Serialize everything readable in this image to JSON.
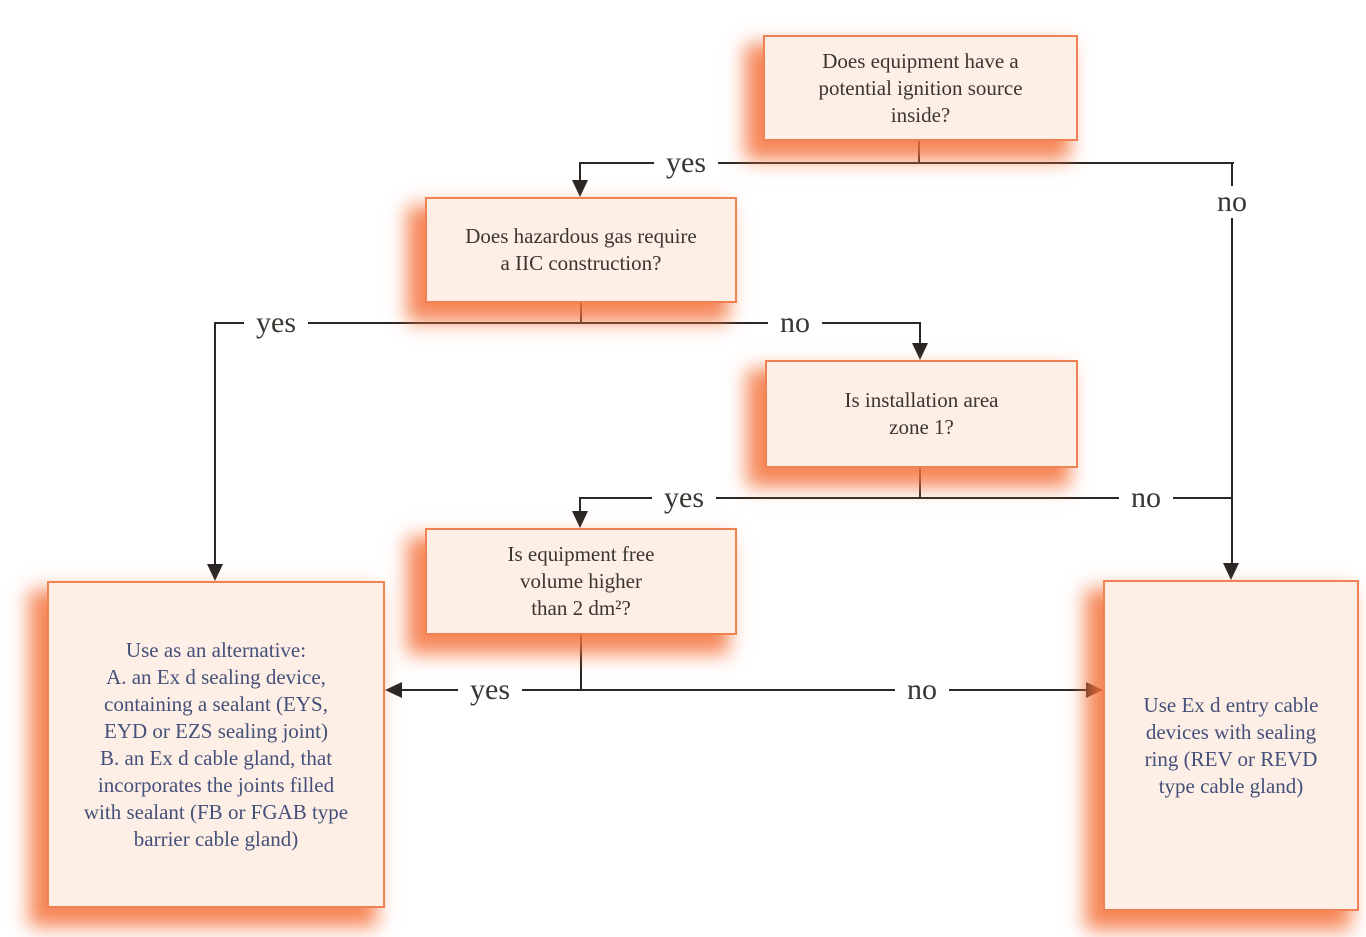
{
  "diagram": {
    "type": "flowchart",
    "nodes": {
      "q_ignition": {
        "kind": "question",
        "text": "Does equipment have a\npotential ignition source\ninside?"
      },
      "q_iic": {
        "kind": "question",
        "text": "Does hazardous gas require\na IIC construction?"
      },
      "q_zone": {
        "kind": "question",
        "text": "Is installation area\nzone 1?"
      },
      "q_volume": {
        "kind": "question",
        "text": "Is equipment free\nvolume higher\nthan 2 dm²?"
      },
      "out_alternative": {
        "kind": "outcome",
        "text": "Use as an alternative:\nA. an Ex d sealing device,\ncontaining a sealant (EYS,\nEYD or EZS sealing joint)\nB. an Ex d cable gland, that\nincorporates the joints filled\nwith sealant (FB or FGAB type\nbarrier cable gland)"
      },
      "out_exd": {
        "kind": "outcome",
        "text": "Use Ex d entry cable\ndevices with sealing\nring (REV or REVD\ntype cable gland)"
      }
    },
    "edges": {
      "ignition_yes": {
        "label": "yes",
        "from": "q_ignition",
        "to": "q_iic"
      },
      "ignition_no": {
        "label": "no",
        "from": "q_ignition",
        "to": "out_exd"
      },
      "iic_yes": {
        "label": "yes",
        "from": "q_iic",
        "to": "out_alternative"
      },
      "iic_no": {
        "label": "no",
        "from": "q_iic",
        "to": "q_zone"
      },
      "zone_yes": {
        "label": "yes",
        "from": "q_zone",
        "to": "q_volume"
      },
      "zone_no": {
        "label": "no",
        "from": "q_zone",
        "to": "out_exd"
      },
      "volume_yes": {
        "label": "yes",
        "from": "q_volume",
        "to": "out_alternative"
      },
      "volume_no": {
        "label": "no",
        "from": "q_volume",
        "to": "out_exd"
      }
    },
    "colors": {
      "background": "#ffffff",
      "box_fill": "#fdefe5",
      "box_border": "#ef8153",
      "box_glow": "#f4723c",
      "question_text": "#3b3530",
      "outcome_text": "#44507a",
      "connector_line": "#2b2724",
      "edge_label_text": "#3a3632"
    }
  }
}
